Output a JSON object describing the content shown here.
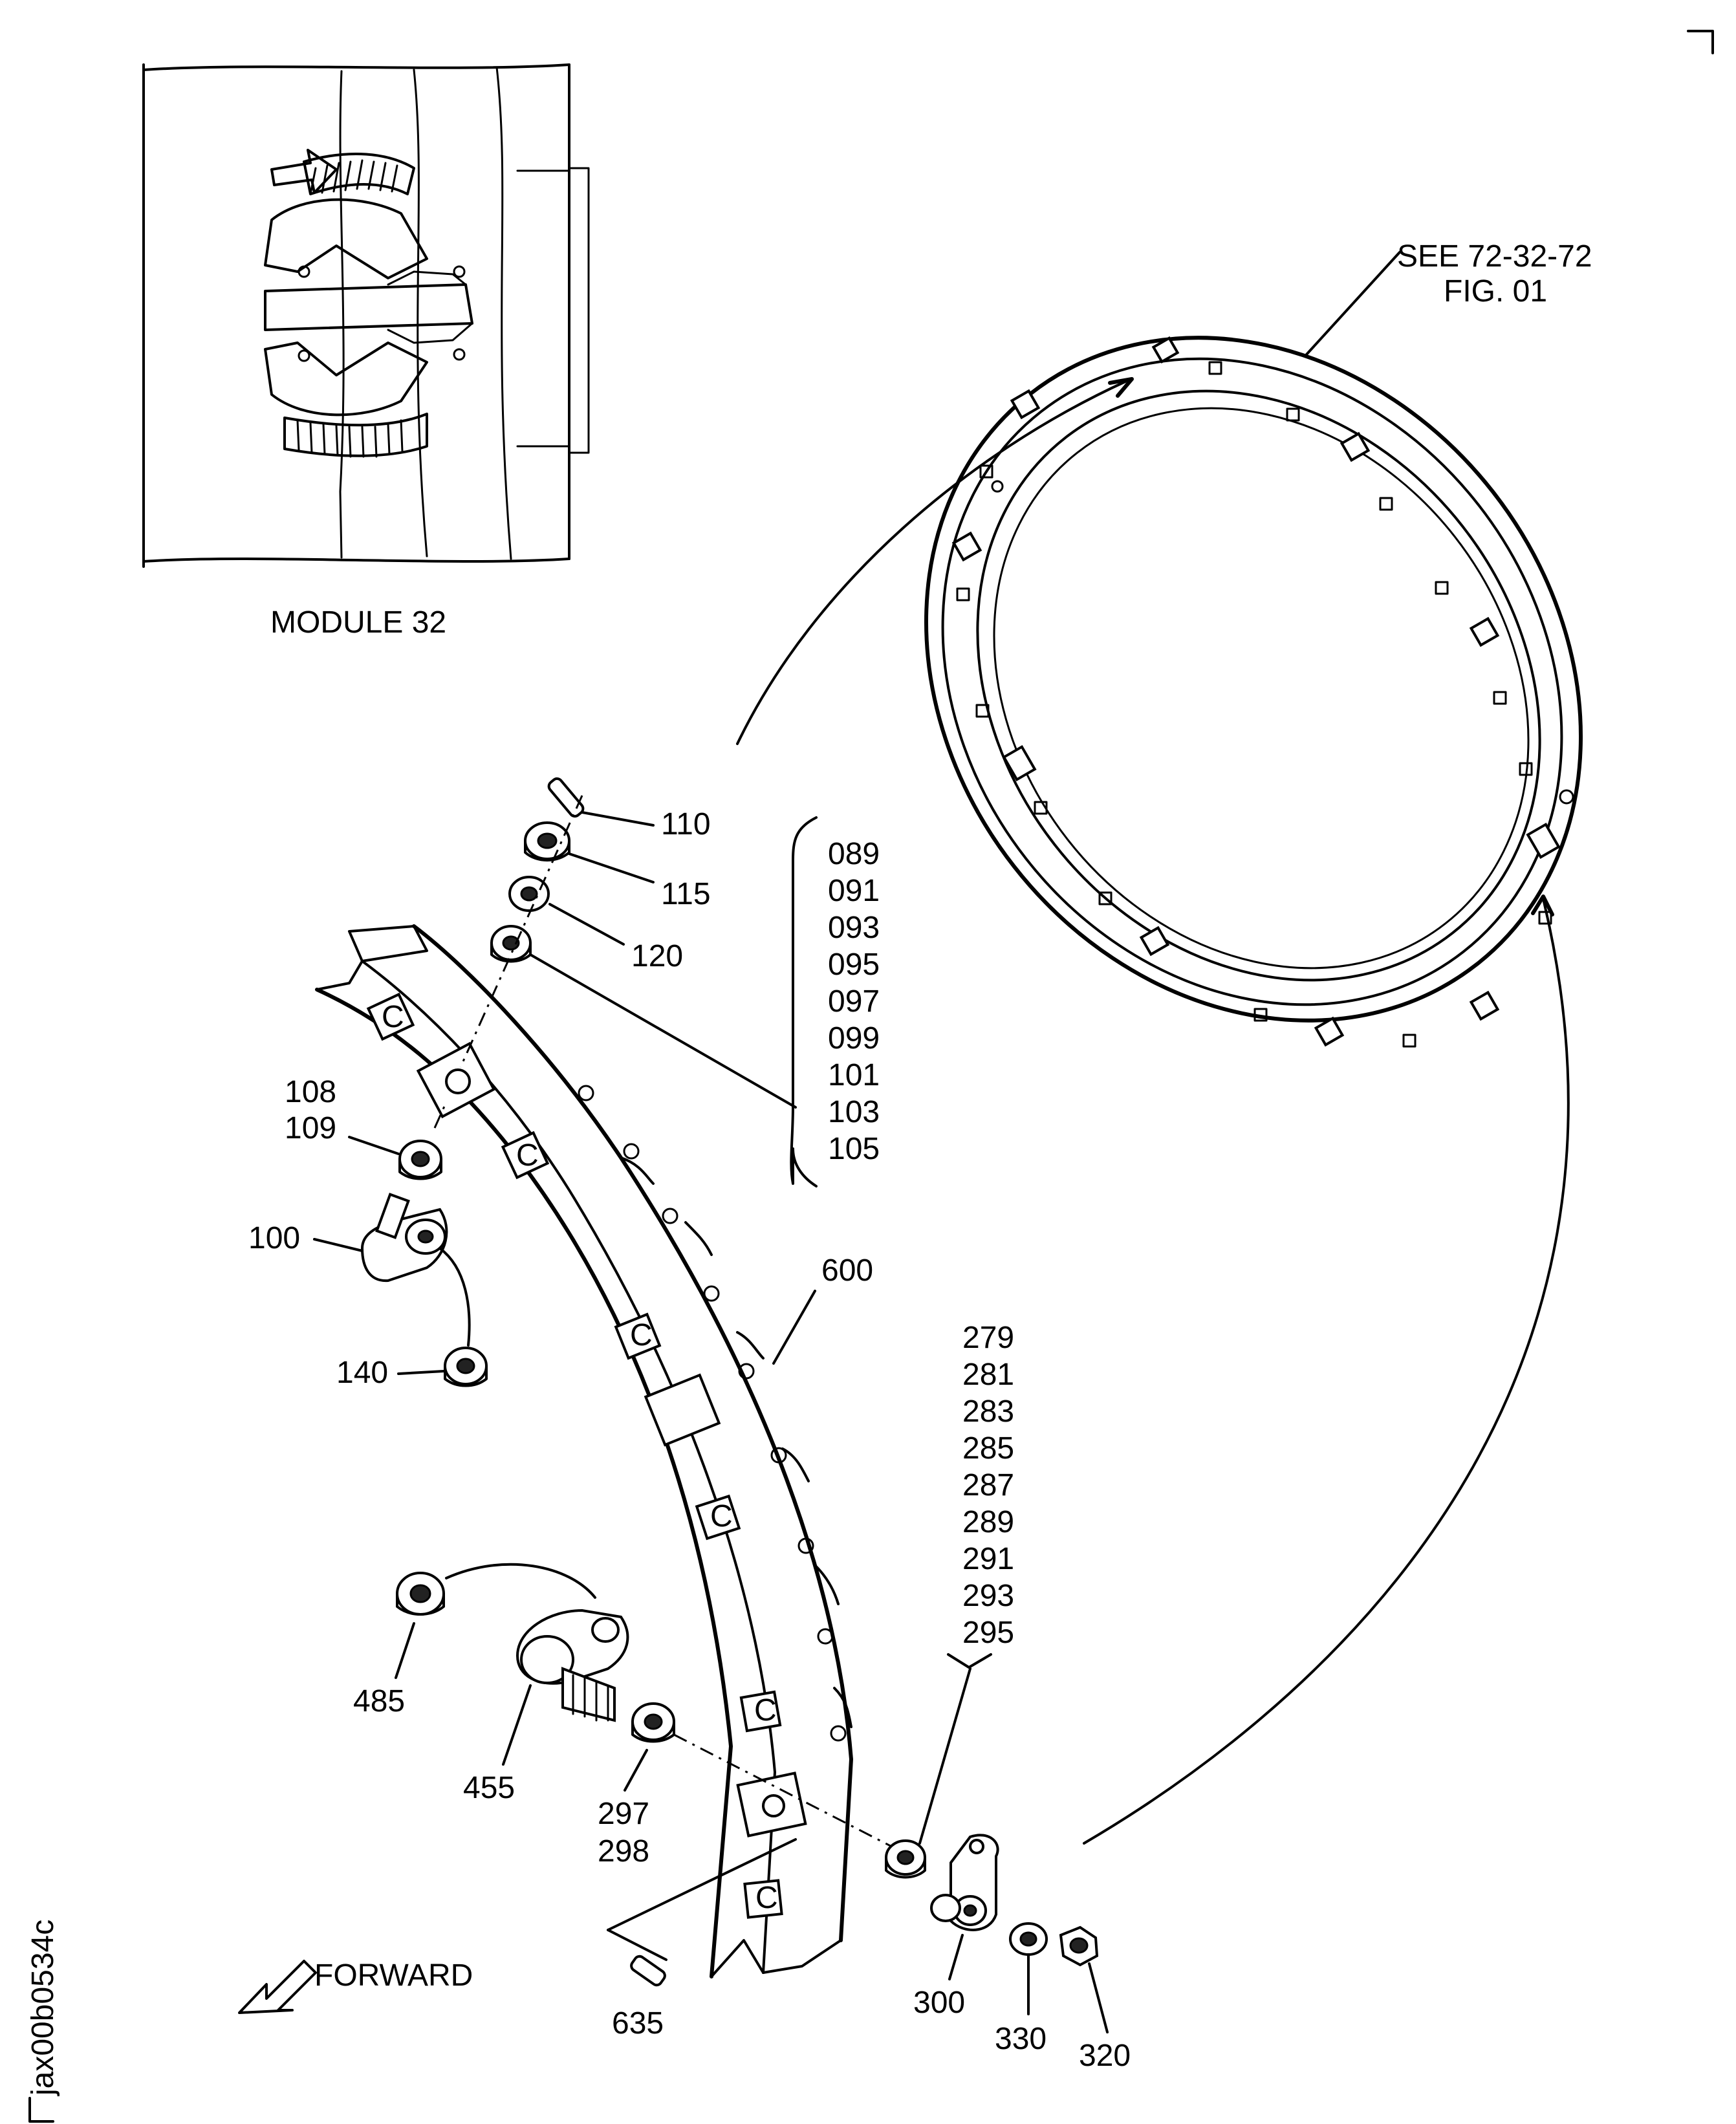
{
  "figure": {
    "module_caption": "MODULE 32",
    "see_reference": {
      "line1": "SEE 72-32-72",
      "line2": "FIG. 01"
    },
    "direction_label": "FORWARD",
    "figure_code": "jax00b0534c"
  },
  "callouts": {
    "c110": "110",
    "c115": "115",
    "c120": "120",
    "c108": "108",
    "c109": "109",
    "c100": "100",
    "c140": "140",
    "c600": "600",
    "c485": "485",
    "c455": "455",
    "c297": "297",
    "c298": "298",
    "c635": "635",
    "c300": "300",
    "c330": "330",
    "c320": "320"
  },
  "bolt_group_left": [
    "089",
    "091",
    "093",
    "095",
    "097",
    "099",
    "101",
    "103",
    "105"
  ],
  "bolt_group_right": [
    "279",
    "281",
    "283",
    "285",
    "287",
    "289",
    "291",
    "293",
    "295"
  ]
}
